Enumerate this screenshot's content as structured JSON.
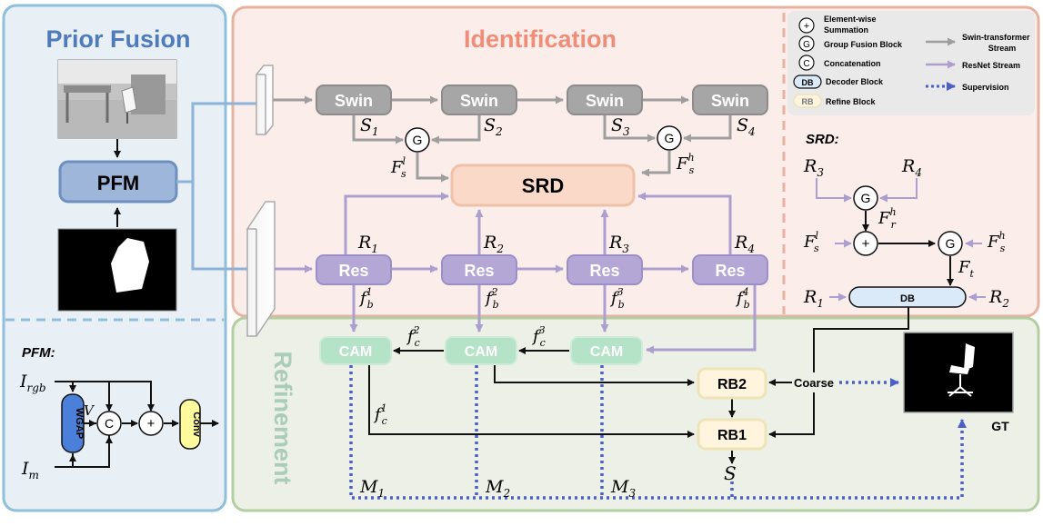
{
  "panels": {
    "prior_fusion": "Prior Fusion",
    "identification": "Identification",
    "refinement": "Refinement"
  },
  "pfm_block": "PFM",
  "pfm_detail": {
    "title": "PFM:",
    "input_rgb": "I",
    "input_rgb_sub": "rgb",
    "input_mask": "I",
    "input_mask_sub": "m",
    "wgap": "WGAP",
    "v_label": "V",
    "concat": "C",
    "plus": "+",
    "conv": "Conv"
  },
  "swin_blocks": [
    "Swin",
    "Swin",
    "Swin",
    "Swin"
  ],
  "swin_outputs": [
    {
      "main": "S",
      "sub": "1"
    },
    {
      "main": "S",
      "sub": "2"
    },
    {
      "main": "S",
      "sub": "3"
    },
    {
      "main": "S",
      "sub": "4"
    }
  ],
  "res_blocks": [
    "Res",
    "Res",
    "Res",
    "Res"
  ],
  "res_outputs": [
    {
      "main": "R",
      "sub": "1"
    },
    {
      "main": "R",
      "sub": "2"
    },
    {
      "main": "R",
      "sub": "3"
    },
    {
      "main": "R",
      "sub": "4"
    }
  ],
  "fb_labels": [
    {
      "main": "f",
      "sub": "b",
      "sup": "1"
    },
    {
      "main": "f",
      "sub": "b",
      "sup": "2"
    },
    {
      "main": "f",
      "sub": "b",
      "sup": "3"
    },
    {
      "main": "f",
      "sub": "b",
      "sup": "4"
    }
  ],
  "group_fusion_symbol": "G",
  "fs_low": {
    "main": "F",
    "sub": "s",
    "sup": "l"
  },
  "fs_high": {
    "main": "F",
    "sub": "s",
    "sup": "h"
  },
  "srd_block": "SRD",
  "cam_blocks": [
    "CAM",
    "CAM",
    "CAM"
  ],
  "fc_labels": [
    {
      "main": "f",
      "sub": "c",
      "sup": "1"
    },
    {
      "main": "f",
      "sub": "c",
      "sup": "2"
    },
    {
      "main": "f",
      "sub": "c",
      "sup": "3"
    }
  ],
  "rb_blocks": [
    "RB2",
    "RB1"
  ],
  "coarse": "Coarse",
  "output_s": "S",
  "m_labels": [
    {
      "main": "M",
      "sub": "1"
    },
    {
      "main": "M",
      "sub": "2"
    },
    {
      "main": "M",
      "sub": "3"
    }
  ],
  "gt_label": "GT",
  "legend": {
    "plus_symbol": "+",
    "plus_text_1": "Element-wise",
    "plus_text_2": "Summation",
    "g_symbol": "G",
    "g_text": "Group Fusion Block",
    "c_symbol": "C",
    "c_text": "Concatenation",
    "db_symbol": "DB",
    "db_text": "Decoder Block",
    "rb_symbol": "RB",
    "rb_text": "Refine Block",
    "swin_stream_1": "Swin-transformer",
    "swin_stream_2": "Stream",
    "resnet_stream": "ResNet Stream",
    "supervision": "Supervision"
  },
  "srd_detail": {
    "title": "SRD:",
    "r3": {
      "main": "R",
      "sub": "3"
    },
    "r4": {
      "main": "R",
      "sub": "4"
    },
    "g": "G",
    "fr_high": {
      "main": "F",
      "sub": "r",
      "sup": "h"
    },
    "fs_low": {
      "main": "F",
      "sub": "s",
      "sup": "l"
    },
    "plus": "+",
    "fs_high": {
      "main": "F",
      "sub": "s",
      "sup": "h"
    },
    "ft": {
      "main": "F",
      "sub": "t"
    },
    "r1": {
      "main": "R",
      "sub": "1"
    },
    "db": "DB",
    "r2": {
      "main": "R",
      "sub": "2"
    }
  },
  "colors": {
    "swin_gray": "#a6a6a6",
    "resnet_purple": "#b4a7d6",
    "supervision_blue": "#4a5fc8",
    "prior_panel": "#e8f0f6",
    "prior_border": "#8fbfdb",
    "ident_panel": "#fbeeea",
    "ident_border": "#e6b3a1",
    "refine_panel": "#edf0e6",
    "refine_border": "#b3cfa1"
  }
}
